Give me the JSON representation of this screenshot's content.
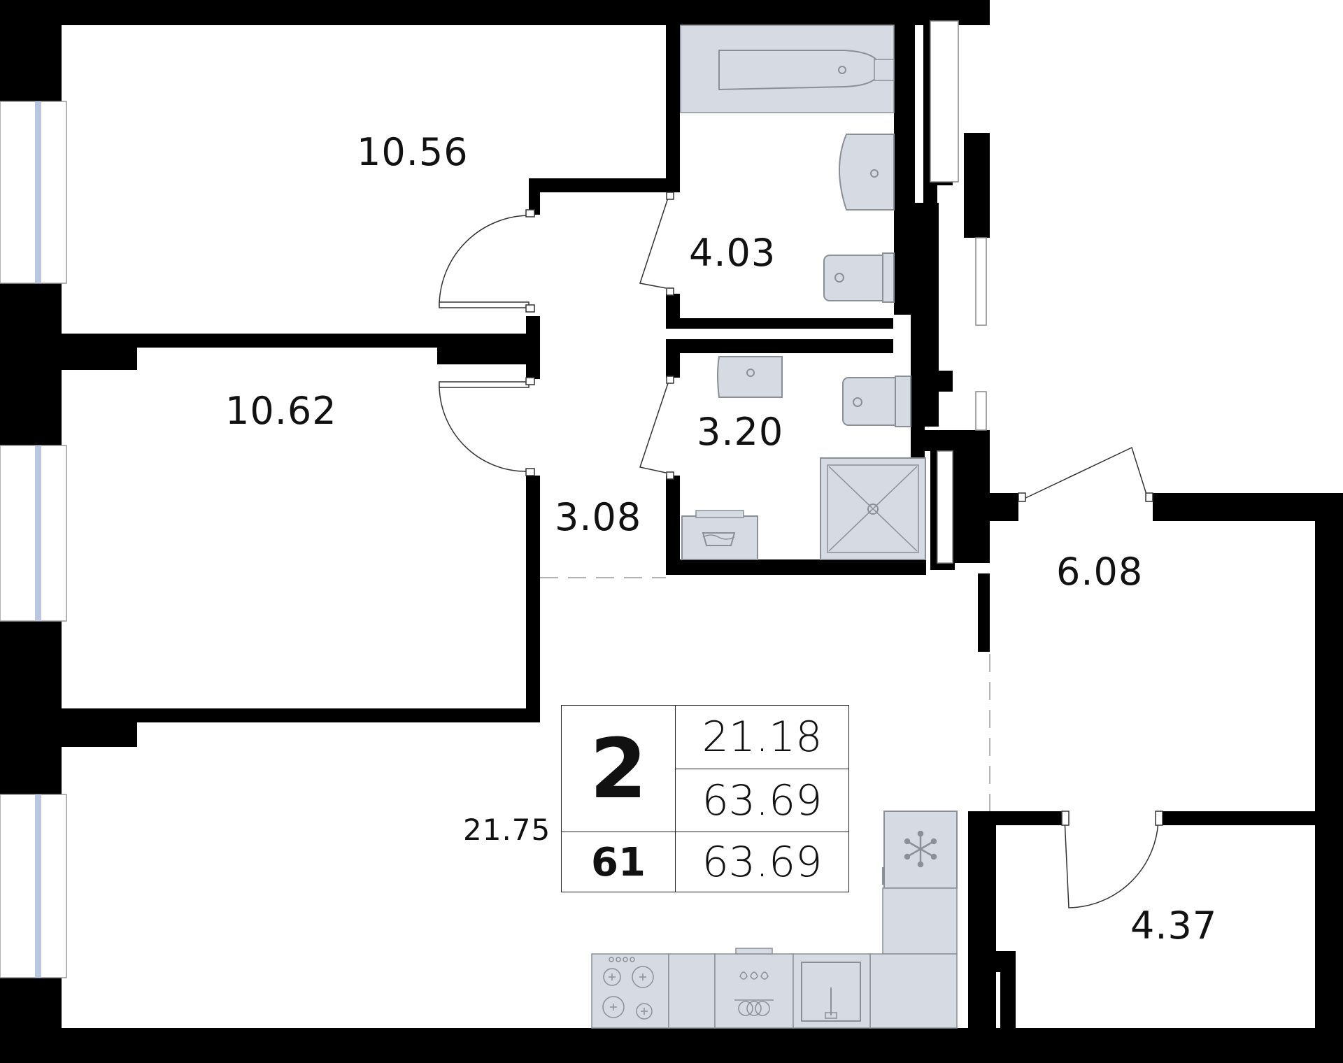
{
  "colors": {
    "wall": "#000000",
    "fixture_fill": "#d6dae2",
    "fixture_stroke": "#8a8f98",
    "window_glass": "#b9c7e3",
    "text": "#111111"
  },
  "rooms": {
    "bedroom_top": "10.56",
    "bathroom": "4.03",
    "bedroom_middle": "10.62",
    "shower_room": "3.20",
    "corridor": "3.08",
    "hall": "6.08",
    "kitchen_living": "21.75",
    "storage": "4.37"
  },
  "summary": {
    "rooms_count": "2",
    "floor": "61",
    "living_area": "21.18",
    "total_area": "63.69",
    "total_area_with_balcony": "63.69"
  },
  "fixtures": {
    "bathtub": "bathtub-icon",
    "sink": "sink-icon",
    "toilet": "toilet-icon",
    "shower": "shower-icon",
    "washer": "washing-machine-icon",
    "fridge": "snowflake-icon",
    "stove": "stove-icon",
    "oven": "oven-icon",
    "kitchen_sink": "kitchen-sink-icon"
  }
}
